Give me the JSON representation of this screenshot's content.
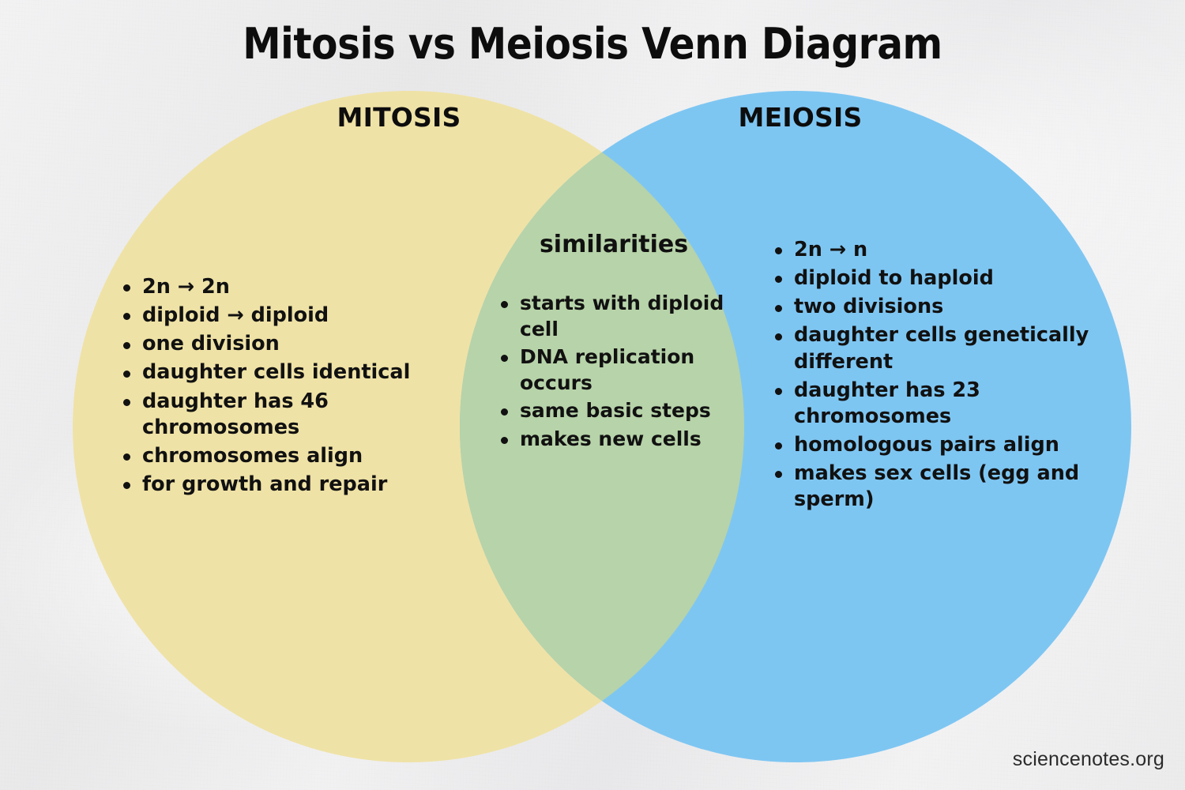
{
  "title": "Mitosis vs Meiosis Venn Diagram",
  "attribution": "sciencenotes.org",
  "colors": {
    "background": "#ededee",
    "left_circle": "#efe2a6",
    "right_circle": "#7ec6f2",
    "overlap": "#b7d3a9",
    "text": "#111111",
    "title": "#0d0d0d"
  },
  "venn": {
    "left": {
      "heading": "MITOSIS",
      "items": [
        "2n → 2n",
        "diploid → diploid",
        "one division",
        "daughter cells identical",
        "daughter has 46 chromosomes",
        "chromosomes align",
        "for growth and repair"
      ]
    },
    "center": {
      "heading": "similarities",
      "items": [
        "starts with diploid cell",
        "DNA replication occurs",
        "same basic steps",
        "makes new cells"
      ]
    },
    "right": {
      "heading": "MEIOSIS",
      "items": [
        "2n → n",
        "diploid to haploid",
        "two divisions",
        "daughter cells genetically different",
        "daughter has 23 chromosomes",
        "homologous pairs align",
        "makes sex cells (egg and sperm)"
      ]
    }
  }
}
